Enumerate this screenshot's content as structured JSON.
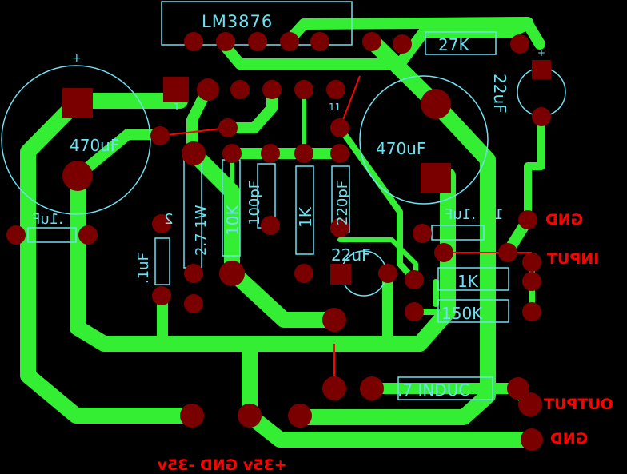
{
  "colors": {
    "background": "#000000",
    "trace": "#33ee33",
    "pad": "#7a0000",
    "silkscreen": "#6fe0f0",
    "jumper": "#ff0000",
    "label": "#ff0000"
  },
  "components": {
    "chip": "LM3876",
    "resistor_27k": "27K",
    "cap_22uf_top": "22uF",
    "cap_470uf_left": "470uF",
    "cap_470uf_right": "470uF",
    "cap_01uf_left": ".1uF",
    "cap_01uf_right": ".1uF",
    "cap_01uf2": ".1uF",
    "marker_2": "2",
    "marker_1": "1",
    "resistor_27": "2.7 1W",
    "resistor_10k": "10K",
    "cap_100pf": "100pF",
    "resistor_1k_mid": "1K",
    "cap_220pf": "220pF",
    "cap_22uf_mid": "22uF",
    "resistor_1k_right": "1K",
    "resistor_150k": "150K",
    "inductor": ".7 INDUC",
    "pin_1_marker": "1",
    "pin_11_marker": "11",
    "plus_left": "+",
    "plus_right": "+"
  },
  "labels": {
    "gnd_top": "GND",
    "input": "INPUT",
    "output": "OUTPUT",
    "gnd_bottom": "GND",
    "power": "+35v GND -35v"
  }
}
